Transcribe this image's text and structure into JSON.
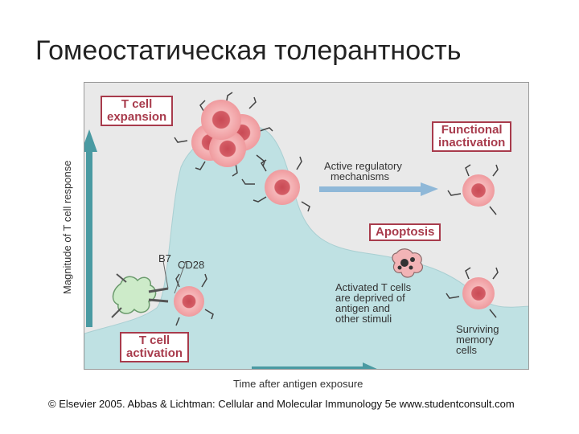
{
  "slide": {
    "title": "Гомеостатическая толерантность",
    "credit": "© Elsevier 2005. Abbas & Lichtman: Cellular and Molecular Immunology 5e www.studentconsult.com"
  },
  "figure": {
    "y_axis_label": "Magnitude of T cell response",
    "x_axis_label": "Time after antigen exposure",
    "labels": {
      "t_cell_expansion": [
        "T cell",
        "expansion"
      ],
      "functional_inactivation": [
        "Functional",
        "inactivation"
      ],
      "apoptosis": "Apoptosis",
      "t_cell_activation": [
        "T cell",
        "activation"
      ]
    },
    "notes": {
      "active_regulatory": [
        "Active regulatory",
        "mechanisms"
      ],
      "activated_deprived": [
        "Activated T cells",
        "are deprived of",
        "antigen and",
        "other stimuli"
      ],
      "surviving_memory": [
        "Surviving",
        "memory",
        "cells"
      ],
      "b7": "B7",
      "cd28": "CD28"
    },
    "colors": {
      "background": "#e9e9e9",
      "curve_fill": "#bfe1e3",
      "label_border": "#a83b4c",
      "arrow": "#4a9aa2",
      "cell_fill": "#f0a3a6",
      "apc_fill": "#cdebc9"
    }
  }
}
